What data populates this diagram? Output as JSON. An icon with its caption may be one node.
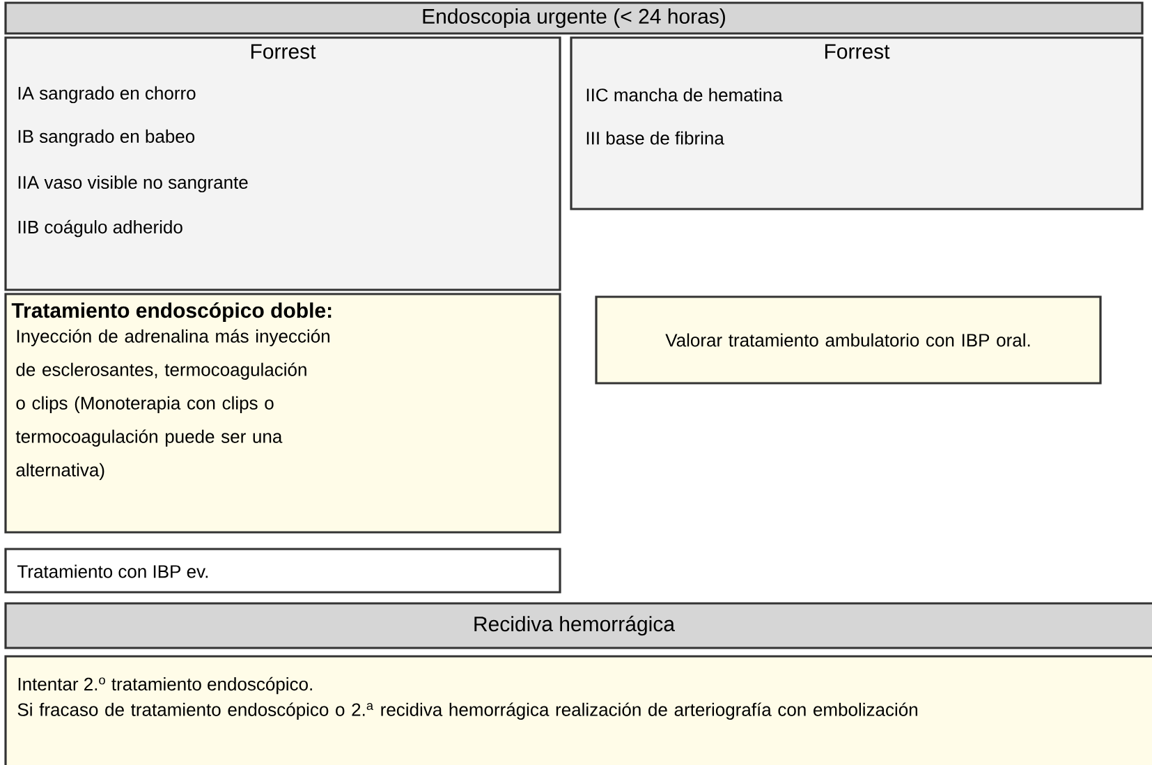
{
  "diagram": {
    "nodes": [
      {
        "text": [
          "Endoscopia urgente (< 24 horas)"
        ]
      },
      {
        "text": [
          "Forrest",
          "IA sangrado en chorro",
          "IB sangrado en babeo",
          "IIA vaso visible no sangrante",
          "IIB coágulo adherido"
        ]
      },
      {
        "text": [
          "Forrest",
          "IIC mancha de hematina",
          "III base de fibrina"
        ]
      },
      {
        "text": [
          "Tratamiento endoscópico doble:",
          "Inyección de adrenalina más inyección de esclerosantes, termocoagulación o clips (Monoterapia con clips o termocoagulación puede ser una alternativa)"
        ]
      },
      {
        "text": [
          "Valorar tratamiento ambulatorio con IBP oral."
        ]
      },
      {
        "text": [
          "Tratamiento con IBP ev."
        ]
      },
      {
        "text": [
          "Recidiva hemorrágica"
        ]
      },
      {
        "text": [
          "Intentar 2.$^{o}$ tratamiento endoscópico.",
          "Si fracaso de tratamiento endoscópico o 2.$^{a}$ recidiva hemorrágica realización de arteriografía con embolización"
        ]
      }
    ]
  }
}
